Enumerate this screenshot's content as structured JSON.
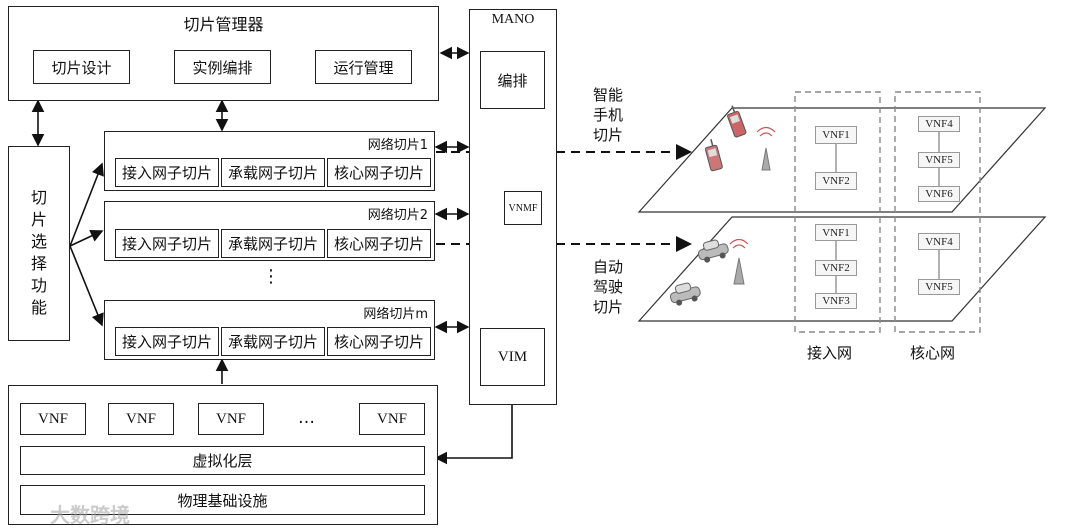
{
  "slice_manager": {
    "title": "切片管理器",
    "items": [
      "切片设计",
      "实例编排",
      "运行管理"
    ]
  },
  "slice_select": {
    "label": "切片选择功能"
  },
  "slices": [
    {
      "title": "网络切片1",
      "subs": [
        "接入网子切片",
        "承载网子切片",
        "核心网子切片"
      ]
    },
    {
      "title": "网络切片2",
      "subs": [
        "接入网子切片",
        "承载网子切片",
        "核心网子切片"
      ]
    },
    {
      "title": "网络切片m",
      "subs": [
        "接入网子切片",
        "承载网子切片",
        "核心网子切片"
      ]
    }
  ],
  "slice_ellipsis": "⋮",
  "infra": {
    "vnfs": [
      "VNF",
      "VNF",
      "VNF",
      "VNF"
    ],
    "ellipsis": "…",
    "virtual_layer": "虚拟化层",
    "physical_layer": "物理基础设施"
  },
  "mano": {
    "title": "MANO",
    "orchestration": "编排",
    "vnfm": "VNMF",
    "vim": "VIM"
  },
  "right": {
    "slice1_label": "智能\n手机\n切片",
    "slice2_label": "自动\n驾驶\n切片",
    "access_label": "接入网",
    "core_label": "核心网",
    "slice1_access": [
      "VNF1",
      "VNF2"
    ],
    "slice1_core": [
      "VNF4",
      "VNF5",
      "VNF6"
    ],
    "slice2_access": [
      "VNF1",
      "VNF2",
      "VNF3"
    ],
    "slice2_core": [
      "VNF4",
      "VNF5"
    ]
  },
  "watermark": "大数跨境"
}
